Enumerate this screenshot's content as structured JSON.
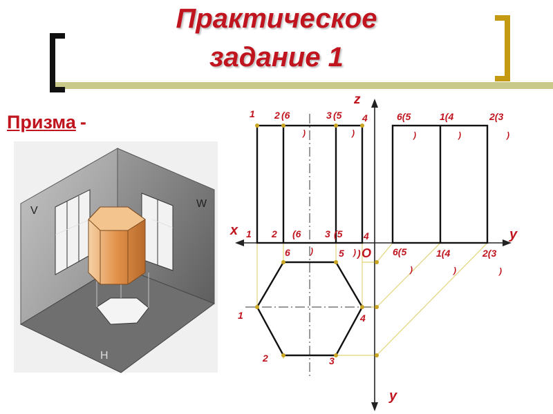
{
  "slide": {
    "title_line1": "Практическое",
    "title_line2": "задание 1",
    "subject": "Призма",
    "subject_dash": "-"
  },
  "axes": {
    "z": "z",
    "x": "x",
    "y_right": "y",
    "y_bottom": "y",
    "origin": "O"
  },
  "front_view_top": [
    "1",
    "2",
    "(6",
    ")",
    "3",
    "(5",
    ")",
    "4"
  ],
  "front_view_bottom": [
    "1",
    "2",
    "(6",
    ")",
    "3",
    "(5",
    ")",
    "4"
  ],
  "side_view_top": [
    "6(5",
    ")",
    "1(4",
    ")",
    "2(3",
    ")"
  ],
  "side_view_bottom": [
    "6(5",
    ")",
    "1(4",
    ")",
    "2(3",
    ")"
  ],
  "plan_view": [
    "6",
    ")",
    "5",
    "1",
    "4",
    "2",
    "3"
  ],
  "colors": {
    "title": "#c0141e",
    "label": "#c0141e",
    "rule": "#c9c98a",
    "left_bracket": "#111111",
    "right_bracket": "#c49a12",
    "prism_orange": "#e2914a",
    "construction_lines": "#e2d47a"
  }
}
